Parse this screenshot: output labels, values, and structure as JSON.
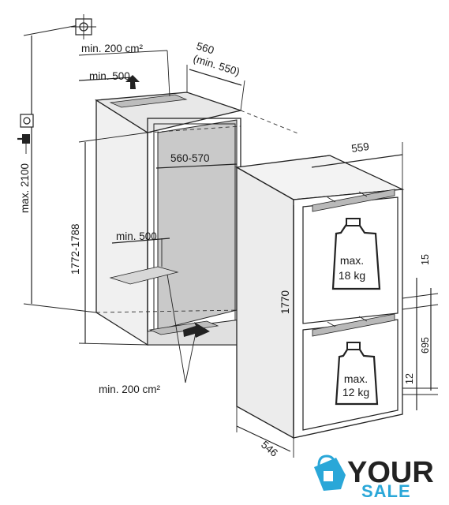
{
  "labels": {
    "vent_top": "min. 200 cm²",
    "width_niche_depth": "min. 500",
    "depth_niche": "560",
    "depth_niche_min": "(min. 550)",
    "total_height": "max. 2100",
    "niche_width": "560-570",
    "niche_height": "1772-1788",
    "vent_bottom_depth": "min. 500",
    "vent_bottom": "min. 200 cm²",
    "appliance_width": "559",
    "appliance_height": "1770",
    "appliance_depth": "546",
    "door_gap": "15",
    "lower_section": "695",
    "bottom_gap": "12"
  },
  "weights": {
    "top_max": "max.",
    "top_value": "18 kg",
    "bottom_max": "max.",
    "bottom_value": "12 kg"
  },
  "logo": {
    "word": "YOUR",
    "sub": "SALE",
    "color": "#2aa7d8"
  },
  "icons": [
    "electrical-socket-icon",
    "water-connection-icon",
    "plug-icon",
    "weight-icon"
  ]
}
